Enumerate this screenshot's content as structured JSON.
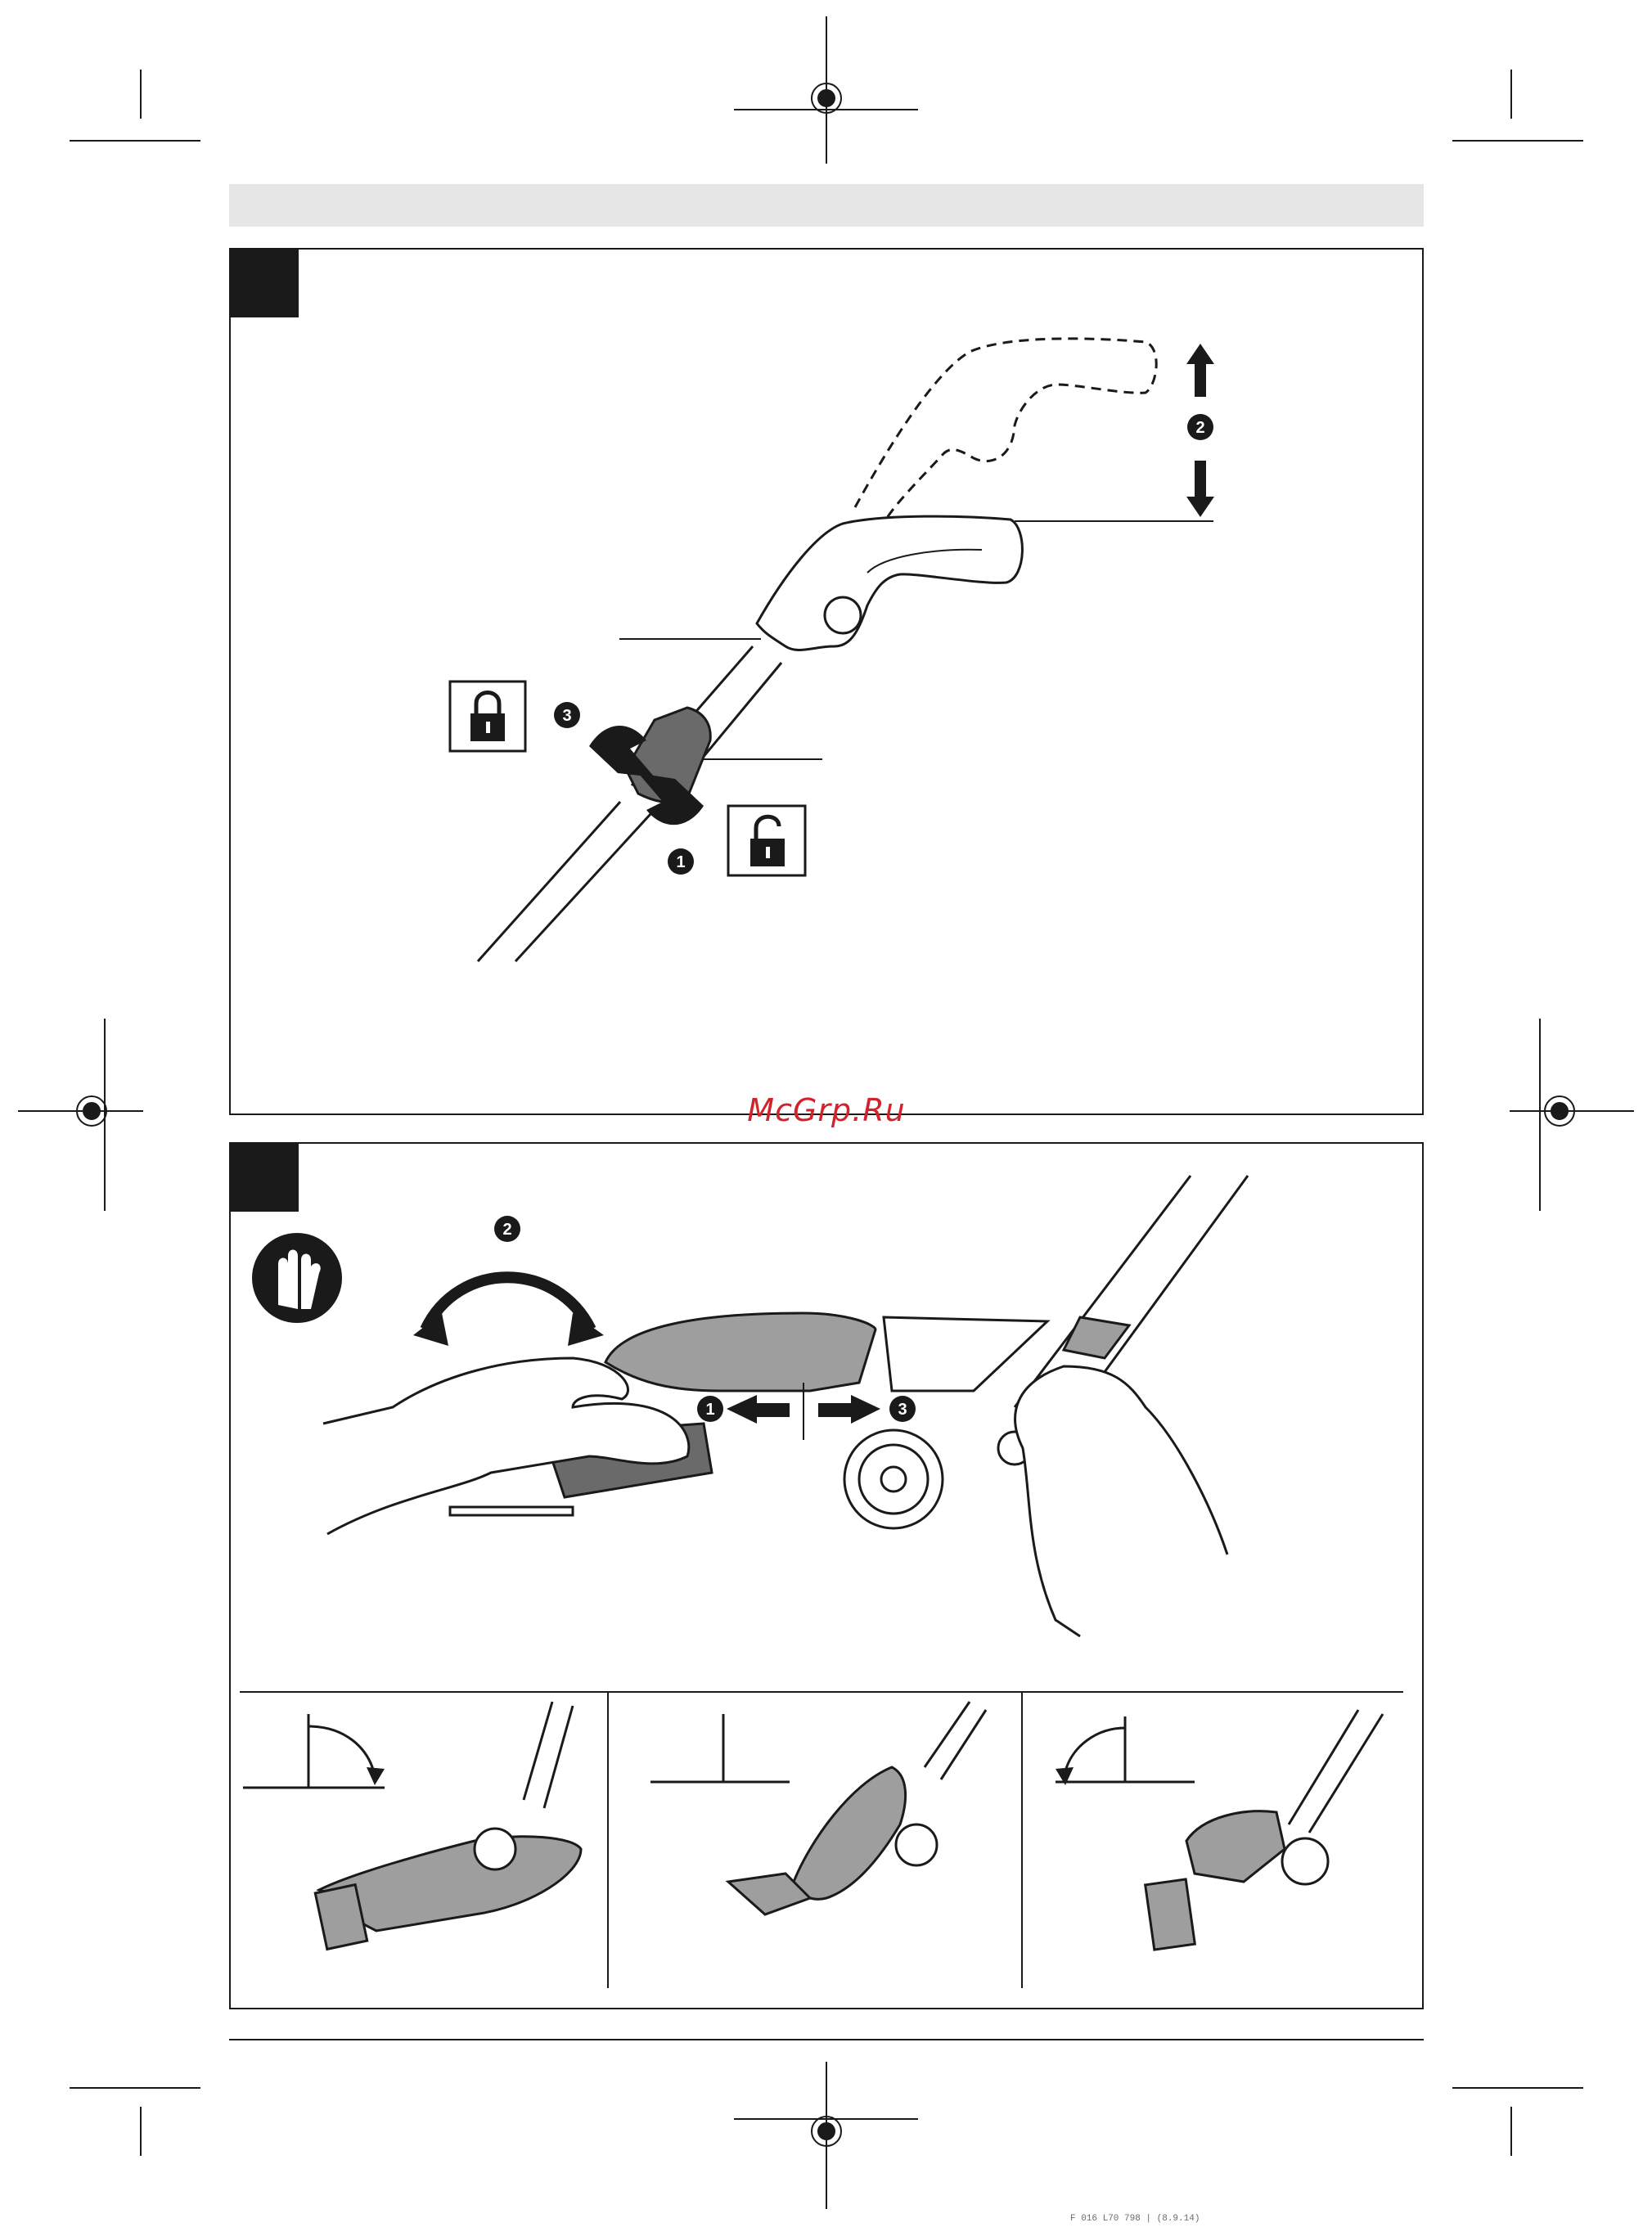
{
  "watermark": "McGrp.Ru",
  "footer_code": "F 016 L70 798 | (8.9.14)",
  "panel_top": {
    "steps": [
      "1",
      "2",
      "3"
    ],
    "icons": [
      "lock-icon",
      "unlock-icon"
    ]
  },
  "panel_bottom": {
    "steps": [
      "1",
      "2",
      "3"
    ],
    "icons": [
      "gloves-icon"
    ],
    "views": [
      "angle-down-view",
      "vertical-view",
      "angle-up-view"
    ]
  },
  "colors": {
    "line": "#1a1a1a",
    "fill_gray": "#9e9e9e",
    "fill_dark": "#6a6a6a",
    "header_bar": "#e6e6e6"
  }
}
